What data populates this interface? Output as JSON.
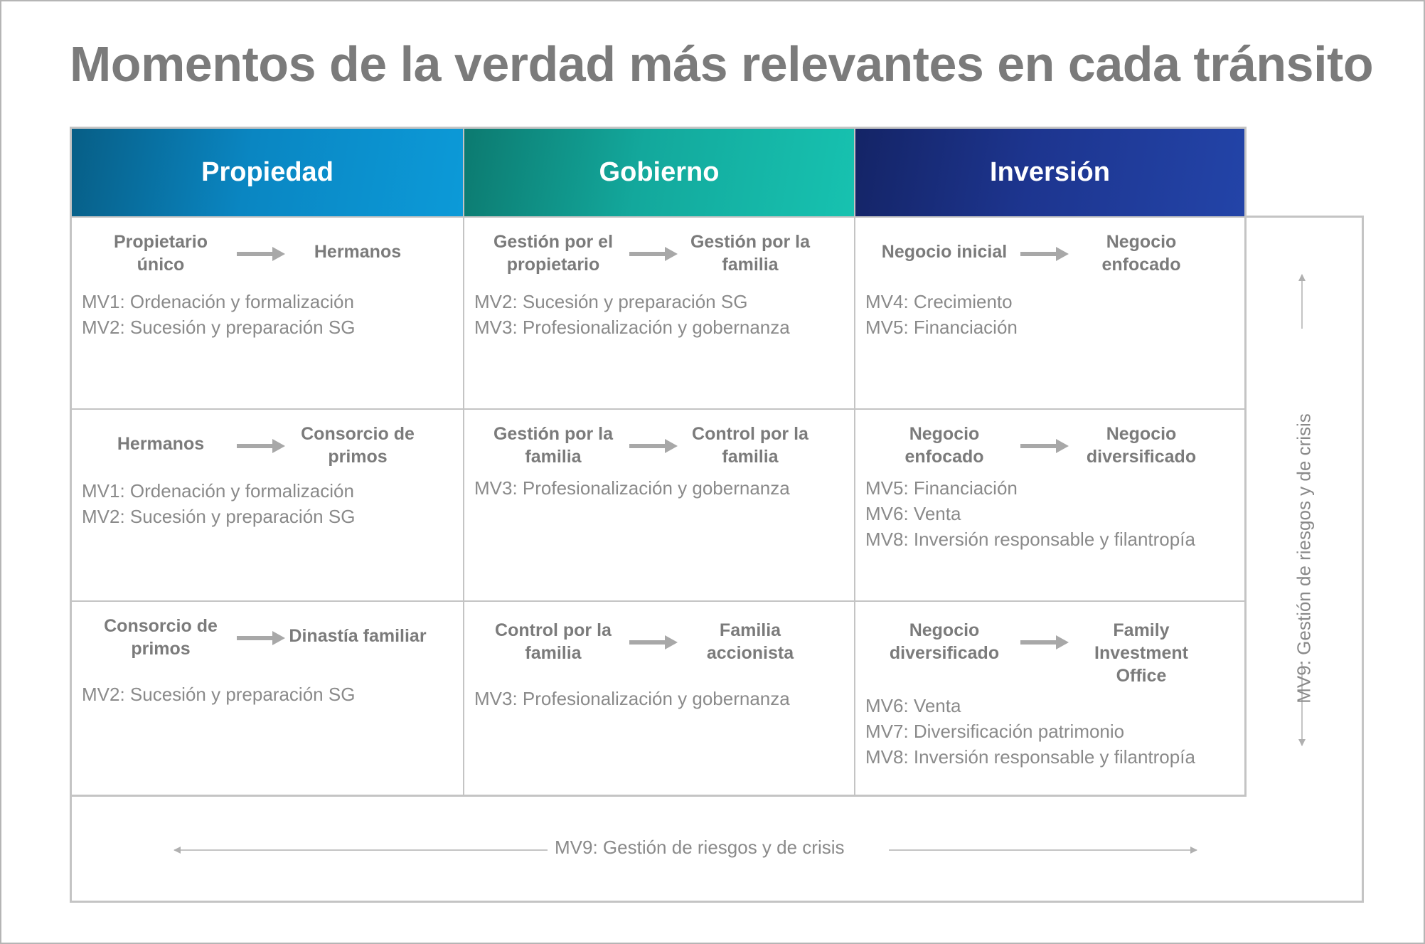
{
  "title": "Momentos de la verdad más relevantes en cada tránsito",
  "columns": [
    {
      "header": "Propiedad",
      "rows": [
        {
          "from": "Propietario único",
          "to": "Hermanos",
          "mv": [
            "MV1: Ordenación y formalización",
            "MV2: Sucesión y preparación SG"
          ]
        },
        {
          "from": "Hermanos",
          "to": "Consorcio de primos",
          "mv": [
            "MV1: Ordenación y formalización",
            "MV2: Sucesión y preparación SG"
          ]
        },
        {
          "from": "Consorcio de primos",
          "to": "Dinastía familiar",
          "mv": [
            "MV2: Sucesión y preparación SG"
          ]
        }
      ]
    },
    {
      "header": "Gobierno",
      "rows": [
        {
          "from": "Gestión por el propietario",
          "to": "Gestión por la familia",
          "mv": [
            "MV2: Sucesión y preparación SG",
            "MV3: Profesionalización y gobernanza"
          ]
        },
        {
          "from": "Gestión por la familia",
          "to": "Control por la familia",
          "mv": [
            "MV3: Profesionalización y gobernanza"
          ]
        },
        {
          "from": "Control por la familia",
          "to": "Familia accionista",
          "mv": [
            "MV3: Profesionalización y gobernanza"
          ]
        }
      ]
    },
    {
      "header": "Inversión",
      "rows": [
        {
          "from": "Negocio inicial",
          "to": "Negocio enfocado",
          "mv": [
            "MV4: Crecimiento",
            "MV5: Financiación"
          ]
        },
        {
          "from": "Negocio enfocado",
          "to": "Negocio diversificado",
          "mv": [
            "MV5: Financiación",
            "MV6: Venta",
            "MV8: Inversión responsable y filantropía"
          ]
        },
        {
          "from": "Negocio diversificado",
          "to": "Family Investment Office",
          "mv": [
            "MV6: Venta",
            "MV7: Diversificación patrimonio",
            "MV8: Inversión responsable y filantropía"
          ]
        }
      ]
    }
  ],
  "cross_label_horizontal": "MV9: Gestión de riesgos y de crisis",
  "cross_label_vertical": "MV9: Gestión de riesgos y de crisis",
  "colors": {
    "propiedad": "#0a86c2",
    "gobierno": "#13a89c",
    "inversion": "#1d358f",
    "text": "#7b7b7b",
    "border": "#c4c4c4"
  }
}
